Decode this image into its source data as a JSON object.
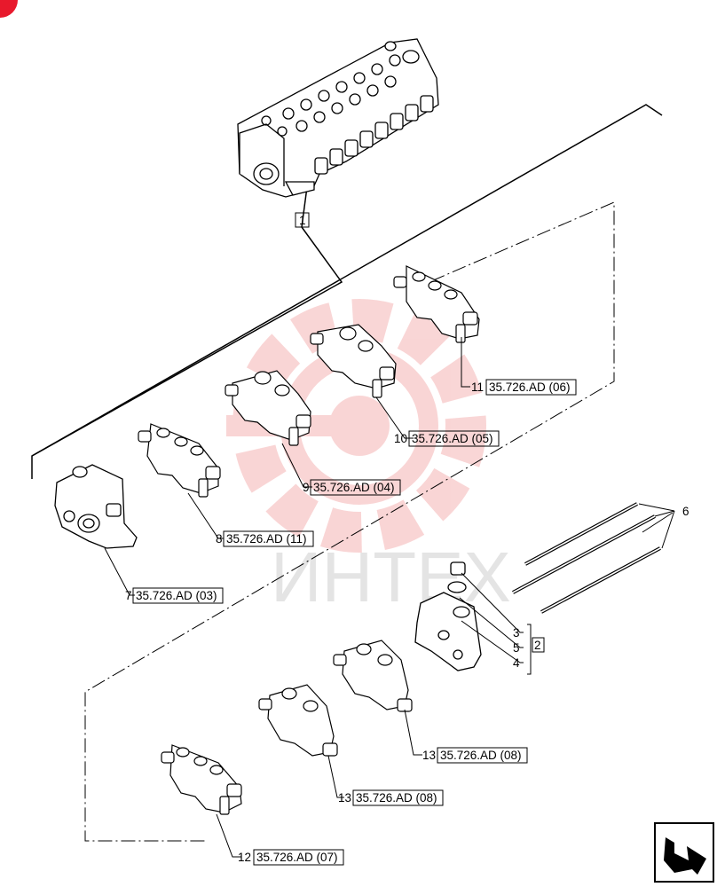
{
  "corner_badge": {
    "color": "#e8192c"
  },
  "watermark": {
    "text": "ИНТЕХ",
    "color": "#f2a4a4",
    "text_color": "#e4e4e4"
  },
  "callouts": {
    "item_1": {
      "number": "1"
    },
    "item_2": {
      "number": "2"
    },
    "item_3": {
      "number": "3"
    },
    "item_4": {
      "number": "4"
    },
    "item_5": {
      "number": "5"
    },
    "item_6": {
      "number": "6"
    },
    "item_7": {
      "number": "7",
      "ref": "35.726.AD (03)"
    },
    "item_8": {
      "number": "8",
      "ref": "35.726.AD (11)"
    },
    "item_9": {
      "number": "9",
      "ref": "35.726.AD (04)"
    },
    "item_10": {
      "number": "10",
      "ref": "35.726.AD (05)"
    },
    "item_11": {
      "number": "11",
      "ref": "35.726.AD (06)"
    },
    "item_12": {
      "number": "12",
      "ref": "35.726.AD (07)"
    },
    "item_13a": {
      "number": "13",
      "ref": "35.726.AD (08)"
    },
    "item_13b": {
      "number": "13",
      "ref": "35.726.AD (08)"
    }
  },
  "nav_icon": {
    "name": "next-page-arrow-icon"
  }
}
